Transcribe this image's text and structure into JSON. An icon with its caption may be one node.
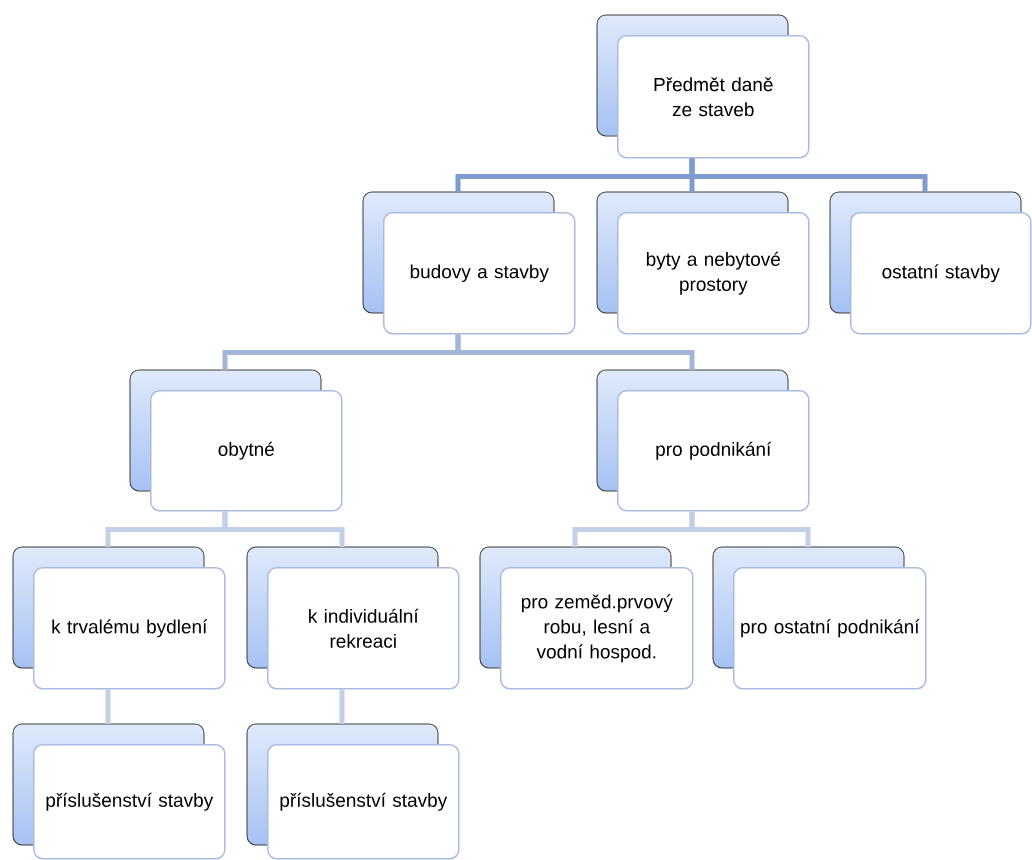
{
  "diagram": {
    "nodes": [
      {
        "text": [
          "Předmět daně ze staveb"
        ]
      },
      {
        "text": [
          "budovy a stavby"
        ]
      },
      {
        "text": [
          "byty a nebytové prostory"
        ]
      },
      {
        "text": [
          "ostatní stavby"
        ]
      },
      {
        "text": [
          "obytné"
        ]
      },
      {
        "text": [
          "pro podnikání"
        ]
      },
      {
        "text": [
          "k trvalému bydlení"
        ]
      },
      {
        "text": [
          "k individuální rekreaci"
        ]
      },
      {
        "text": [
          "pro zeměd.prvový robu, lesní a vodní hospod."
        ]
      },
      {
        "text": [
          "pro ostatní podnikání"
        ]
      },
      {
        "text": [
          "příslušenství stavby"
        ]
      },
      {
        "text": [
          "příslušenství stavby"
        ]
      }
    ],
    "edges": [
      {
        "from": 0,
        "to": 1,
        "arrow": "none",
        "color": "#7d9bcc"
      },
      {
        "from": 0,
        "to": 2,
        "arrow": "none",
        "color": "#7d9bcc"
      },
      {
        "from": 0,
        "to": 3,
        "arrow": "none",
        "color": "#7d9bcc"
      },
      {
        "from": 1,
        "to": 4,
        "arrow": "none",
        "color": "#a3b6d8"
      },
      {
        "from": 1,
        "to": 5,
        "arrow": "none",
        "color": "#a3b6d8"
      },
      {
        "from": 4,
        "to": 6,
        "arrow": "none"
      },
      {
        "from": 4,
        "to": 7,
        "arrow": "none"
      },
      {
        "from": 5,
        "to": 8,
        "arrow": "none"
      },
      {
        "from": 5,
        "to": 9,
        "arrow": "none"
      },
      {
        "from": 6,
        "to": 10,
        "arrow": "none"
      },
      {
        "from": 7,
        "to": 11,
        "arrow": "none"
      }
    ]
  }
}
